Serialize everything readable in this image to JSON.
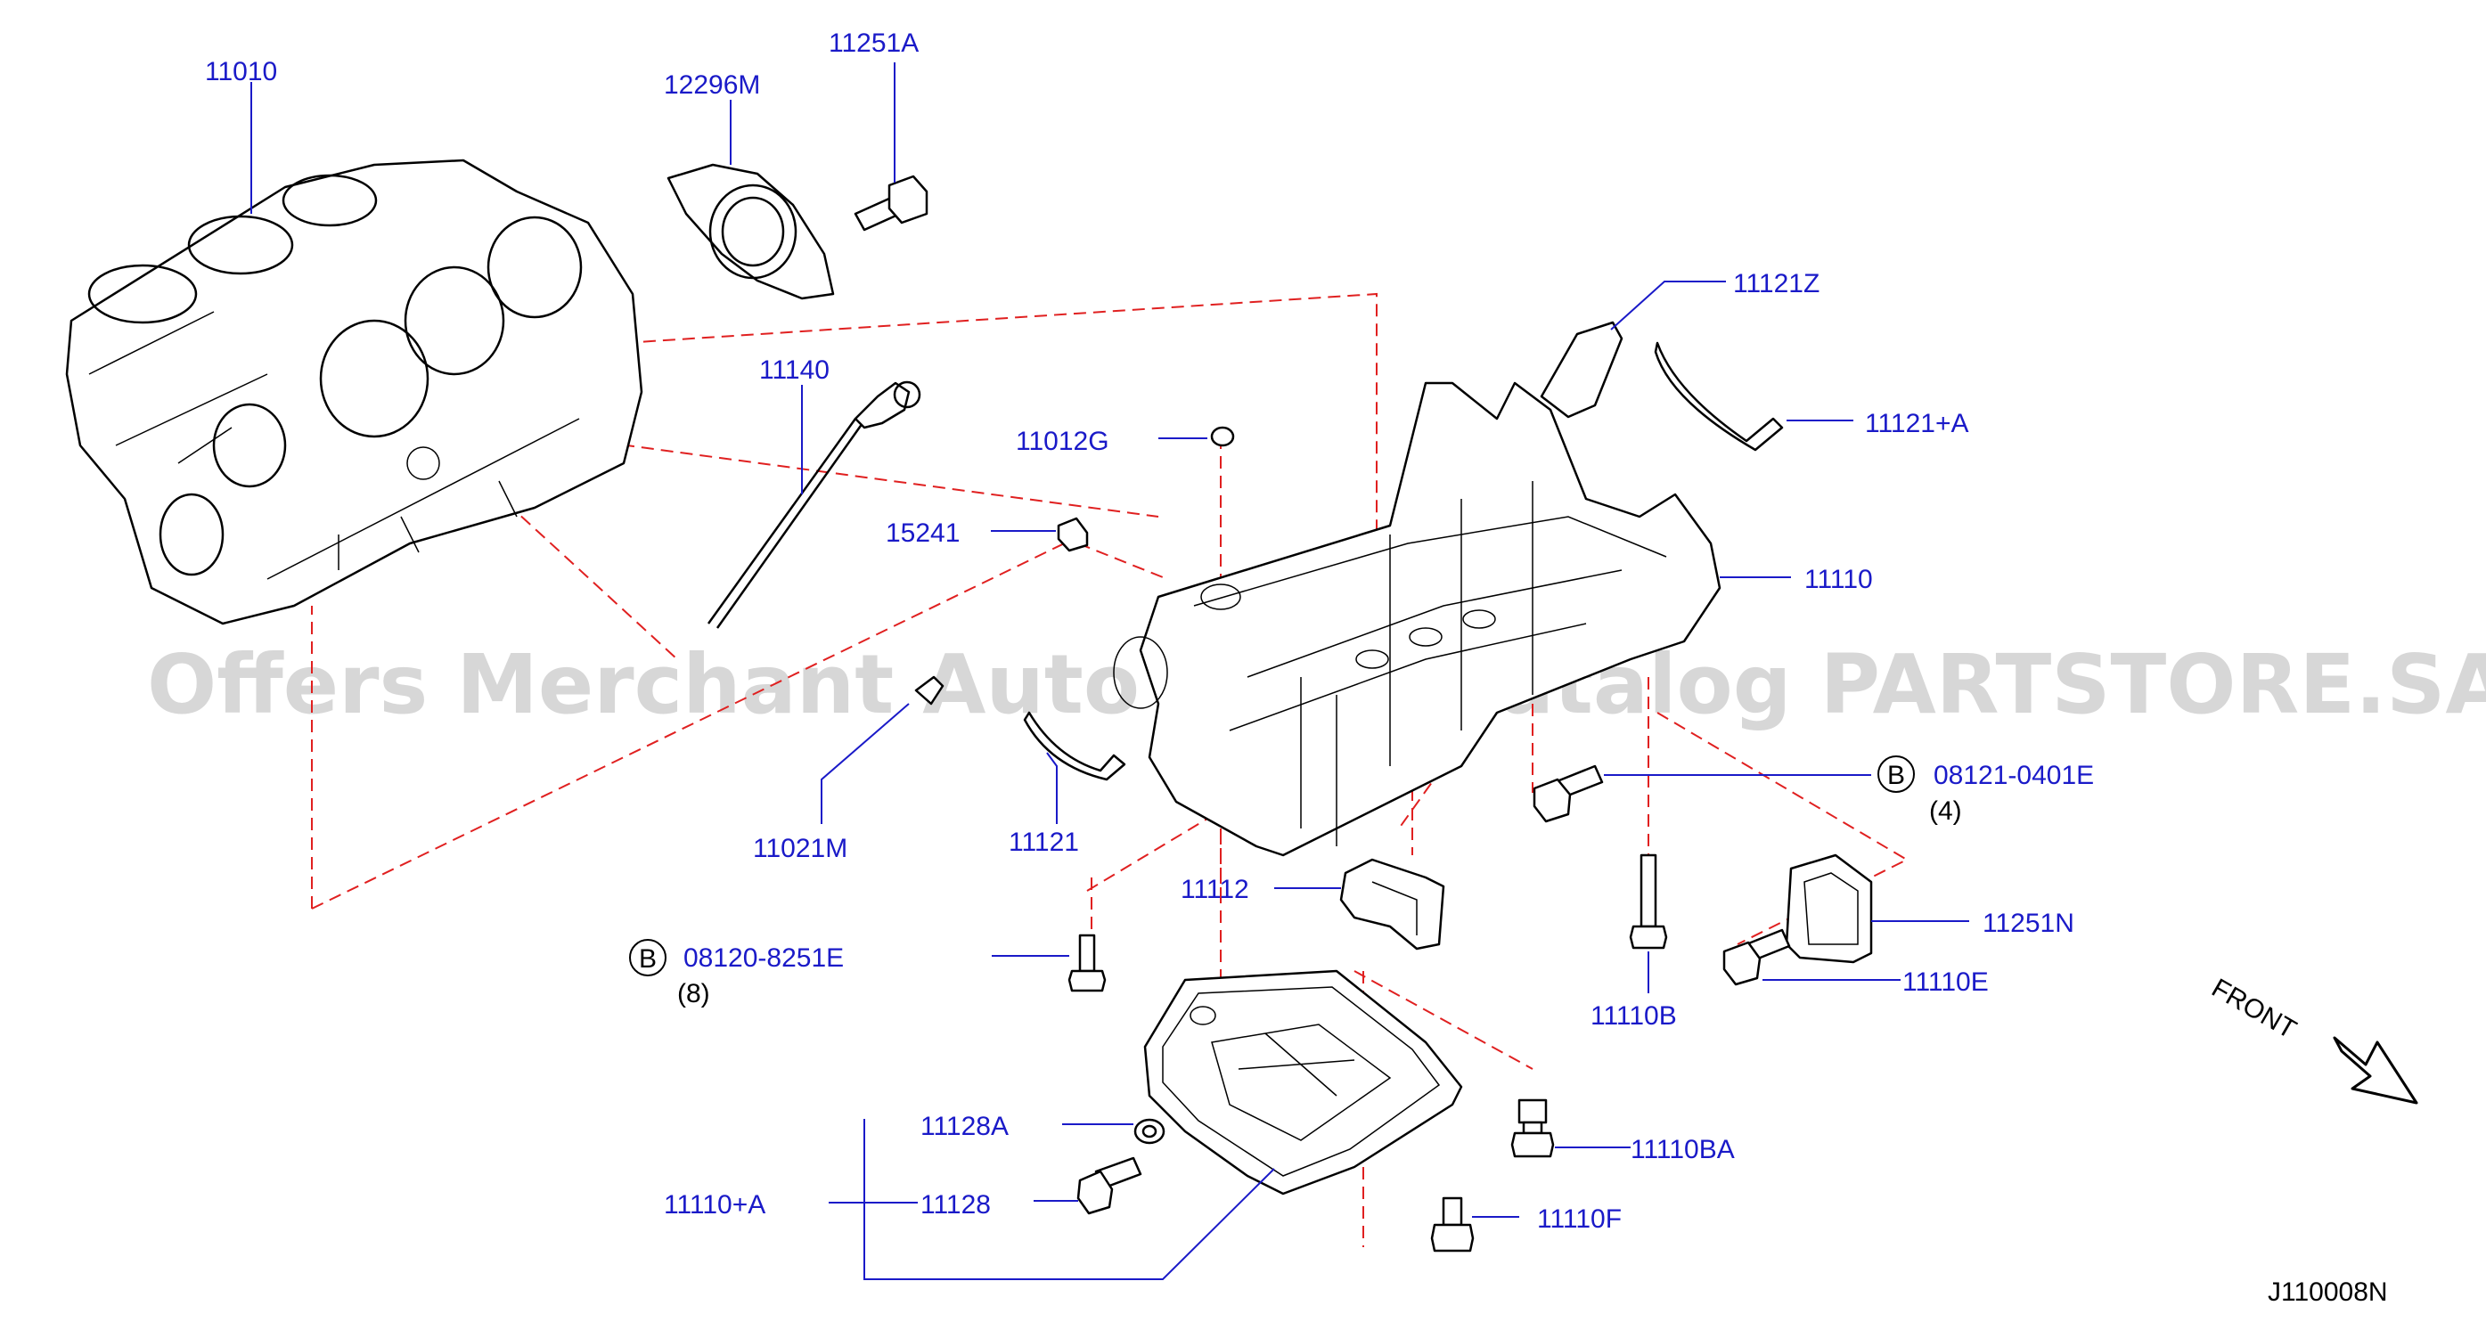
{
  "diagram": {
    "watermark": "Offers Merchant Auto Parts Catalog PARTSTORE.SA",
    "diagram_code": "J110008N",
    "front_label": "FRONT",
    "parts": {
      "p11010": "11010",
      "p12296M": "12296M",
      "p11251A": "11251A",
      "p11140": "11140",
      "p11012G": "11012G",
      "p15241": "15241",
      "p11121Z": "11121Z",
      "p11121A": "11121+A",
      "p11110": "11110",
      "p11021M": "11021M",
      "p11121": "11121",
      "p11112": "11112",
      "p08121": "08121-0401E",
      "p08120": "08120-8251E",
      "p11110B": "11110B",
      "p11251N": "11251N",
      "p11110E": "11110E",
      "p11128A": "11128A",
      "p11110A": "11110+A",
      "p11128": "11128",
      "p11110BA": "11110BA",
      "p11110F": "11110F"
    },
    "callouts": {
      "b1_letter": "B",
      "b1_qty": "(4)",
      "b2_letter": "B",
      "b2_qty": "(8)"
    },
    "colors": {
      "label": "#1a1ac8",
      "hidden_line": "#e02020",
      "outline": "#000000"
    }
  }
}
